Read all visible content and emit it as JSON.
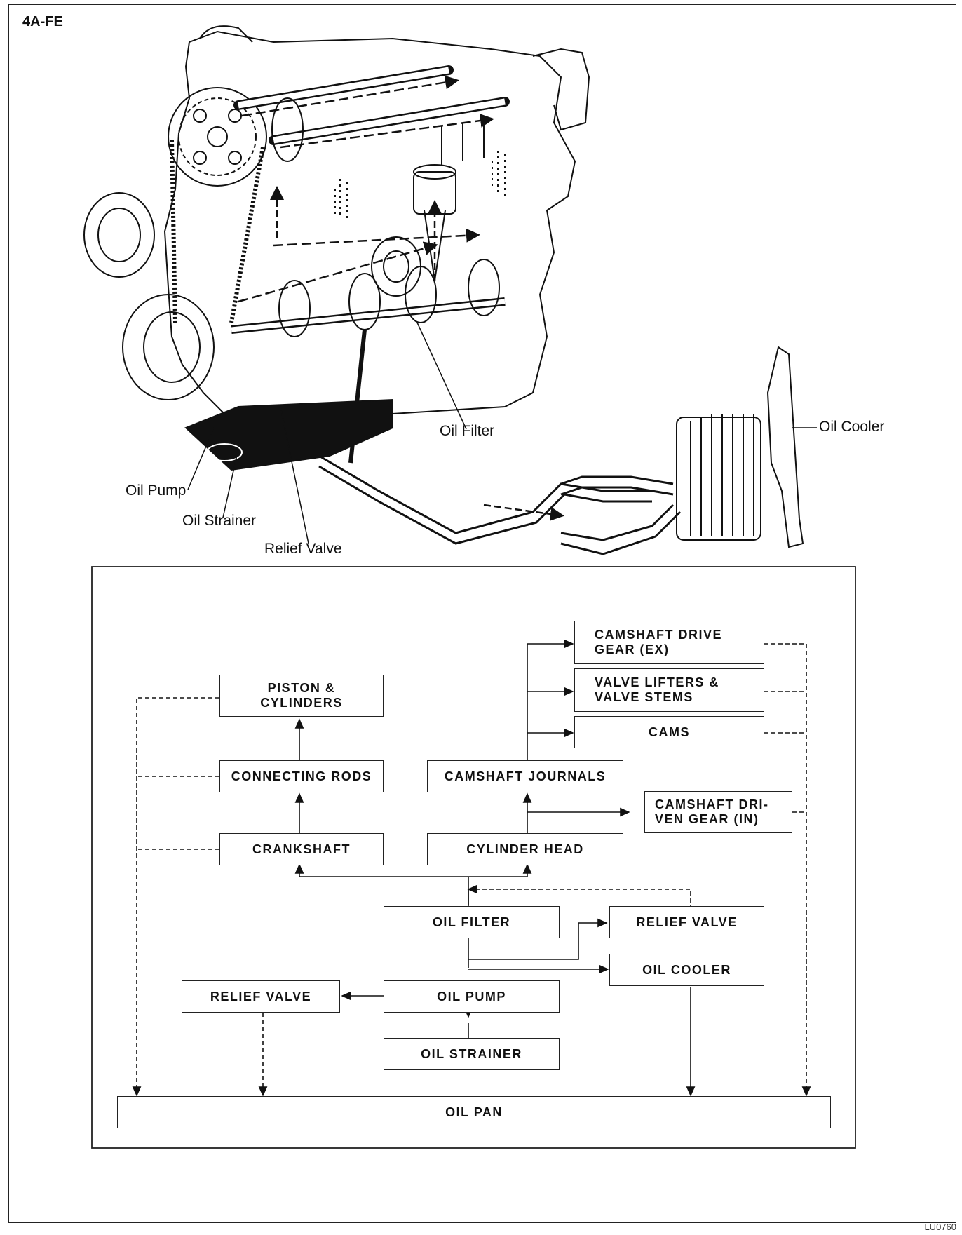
{
  "engine_code": "4A-FE",
  "figure_id": "LU0760",
  "illustration": {
    "callouts": {
      "oil_filter": "Oil Filter",
      "oil_cooler": "Oil Cooler",
      "oil_pump": "Oil Pump",
      "oil_strainer": "Oil Strainer",
      "relief_valve": "Relief Valve"
    }
  },
  "flow_chart": {
    "boxes": {
      "camshaft_drive_gear": "CAMSHAFT DRIVE\nGEAR (EX)",
      "valve_lifters": "VALVE LIFTERS &\nVALVE STEMS",
      "cams": "CAMS",
      "piston_cylinders": "PISTON &\nCYLINDERS",
      "connecting_rods": "CONNECTING RODS",
      "camshaft_journals": "CAMSHAFT JOURNALS",
      "camshaft_driven_gear": "CAMSHAFT DRI-\nVEN GEAR (IN)",
      "crankshaft": "CRANKSHAFT",
      "cylinder_head": "CYLINDER HEAD",
      "oil_filter": "OIL FILTER",
      "relief_valve_upper": "RELIEF VALVE",
      "oil_cooler": "OIL COOLER",
      "relief_valve_lower": "RELIEF VALVE",
      "oil_pump": "OIL PUMP",
      "oil_strainer": "OIL STRAINER",
      "oil_pan": "OIL PAN"
    }
  }
}
